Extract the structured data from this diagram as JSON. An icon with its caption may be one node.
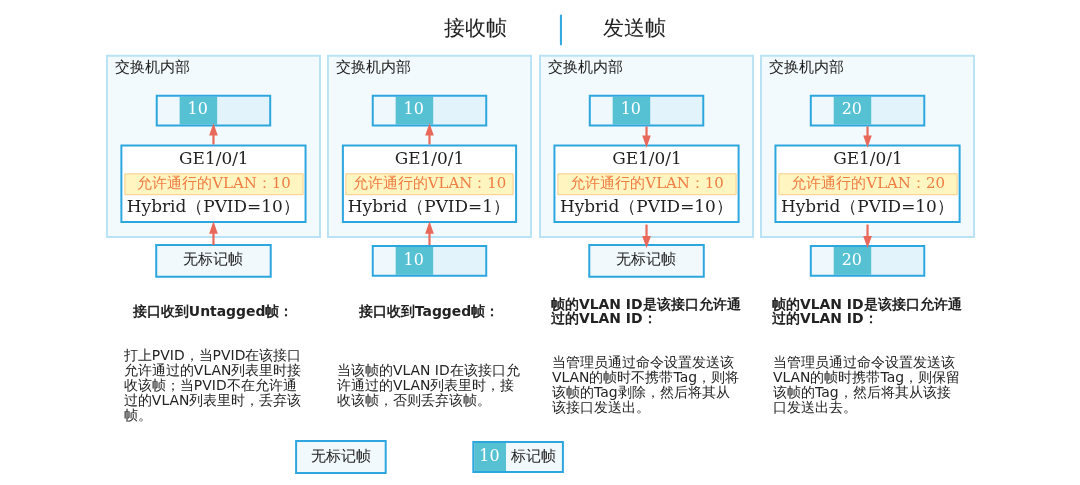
{
  "diagram": {
    "nodes": [
      {
        "text": [
          "交换机内部"
        ]
      },
      {
        "text": [
          "10"
        ],
        "in": 0
      },
      {
        "text": [
          "GE1/0/1",
          "允许通行的VLAN：10",
          "Hybrid（PVID=10）"
        ],
        "in": 0
      },
      {
        "text": [
          "无标记帧"
        ]
      },
      {
        "text": [
          "交换机内部"
        ]
      },
      {
        "text": [
          "10"
        ],
        "in": 4
      },
      {
        "text": [
          "GE1/0/1",
          "允许通行的VLAN：10",
          "Hybrid（PVID=1）"
        ],
        "in": 4
      },
      {
        "text": [
          "10"
        ]
      },
      {
        "text": [
          "交换机内部"
        ]
      },
      {
        "text": [
          "10"
        ],
        "in": 8
      },
      {
        "text": [
          "GE1/0/1",
          "允许通行的VLAN：10",
          "Hybrid（PVID=10）"
        ],
        "in": 8
      },
      {
        "text": [
          "无标记帧"
        ]
      },
      {
        "text": [
          "交换机内部"
        ]
      },
      {
        "text": [
          "20"
        ],
        "in": 12
      },
      {
        "text": [
          "GE1/0/1",
          "允许通行的VLAN：20",
          "Hybrid（PVID=10）"
        ],
        "in": 12
      },
      {
        "text": [
          "20"
        ]
      },
      {
        "text": [
          "无标记帧"
        ]
      },
      {
        "text": [
          "10",
          "标记帧"
        ]
      }
    ],
    "edges": [
      {
        "from": 3,
        "to": 2,
        "arrow": "to"
      },
      {
        "from": 2,
        "to": 1,
        "arrow": "to"
      },
      {
        "from": 7,
        "to": 6,
        "arrow": "to"
      },
      {
        "from": 6,
        "to": 5,
        "arrow": "to"
      },
      {
        "from": 9,
        "to": 10,
        "arrow": "to"
      },
      {
        "from": 10,
        "to": 11,
        "arrow": "to"
      },
      {
        "from": 13,
        "to": 14,
        "arrow": "to"
      },
      {
        "from": 14,
        "to": 15,
        "arrow": "to"
      }
    ],
    "labels": [
      "接收帧",
      "发送帧",
      "接口收到Untagged帧：",
      "打上PVID，当PVID在该接口允许通过的VLAN列表里时接收该帧；当PVID不在允许通过的VLAN列表里时，丢弃该帧。",
      "接口收到Tagged帧：",
      "当该帧的VLAN ID在该接口允许通过的VLAN列表里时，接收该帧，否则丢弃该帧。",
      "帧的VLAN ID是该接口允许通过的VLAN ID：",
      "当管理员通过命令设置发送该VLAN的帧时不携带Tag，则将该帧的Tag剥除，然后将其从该接口发送出。",
      "帧的VLAN ID是该接口允许通过的VLAN ID：",
      "当管理员通过命令设置发送该VLAN的帧时携带Tag，则保留该帧的Tag，然后将其从该接口发送出去。"
    ]
  }
}
